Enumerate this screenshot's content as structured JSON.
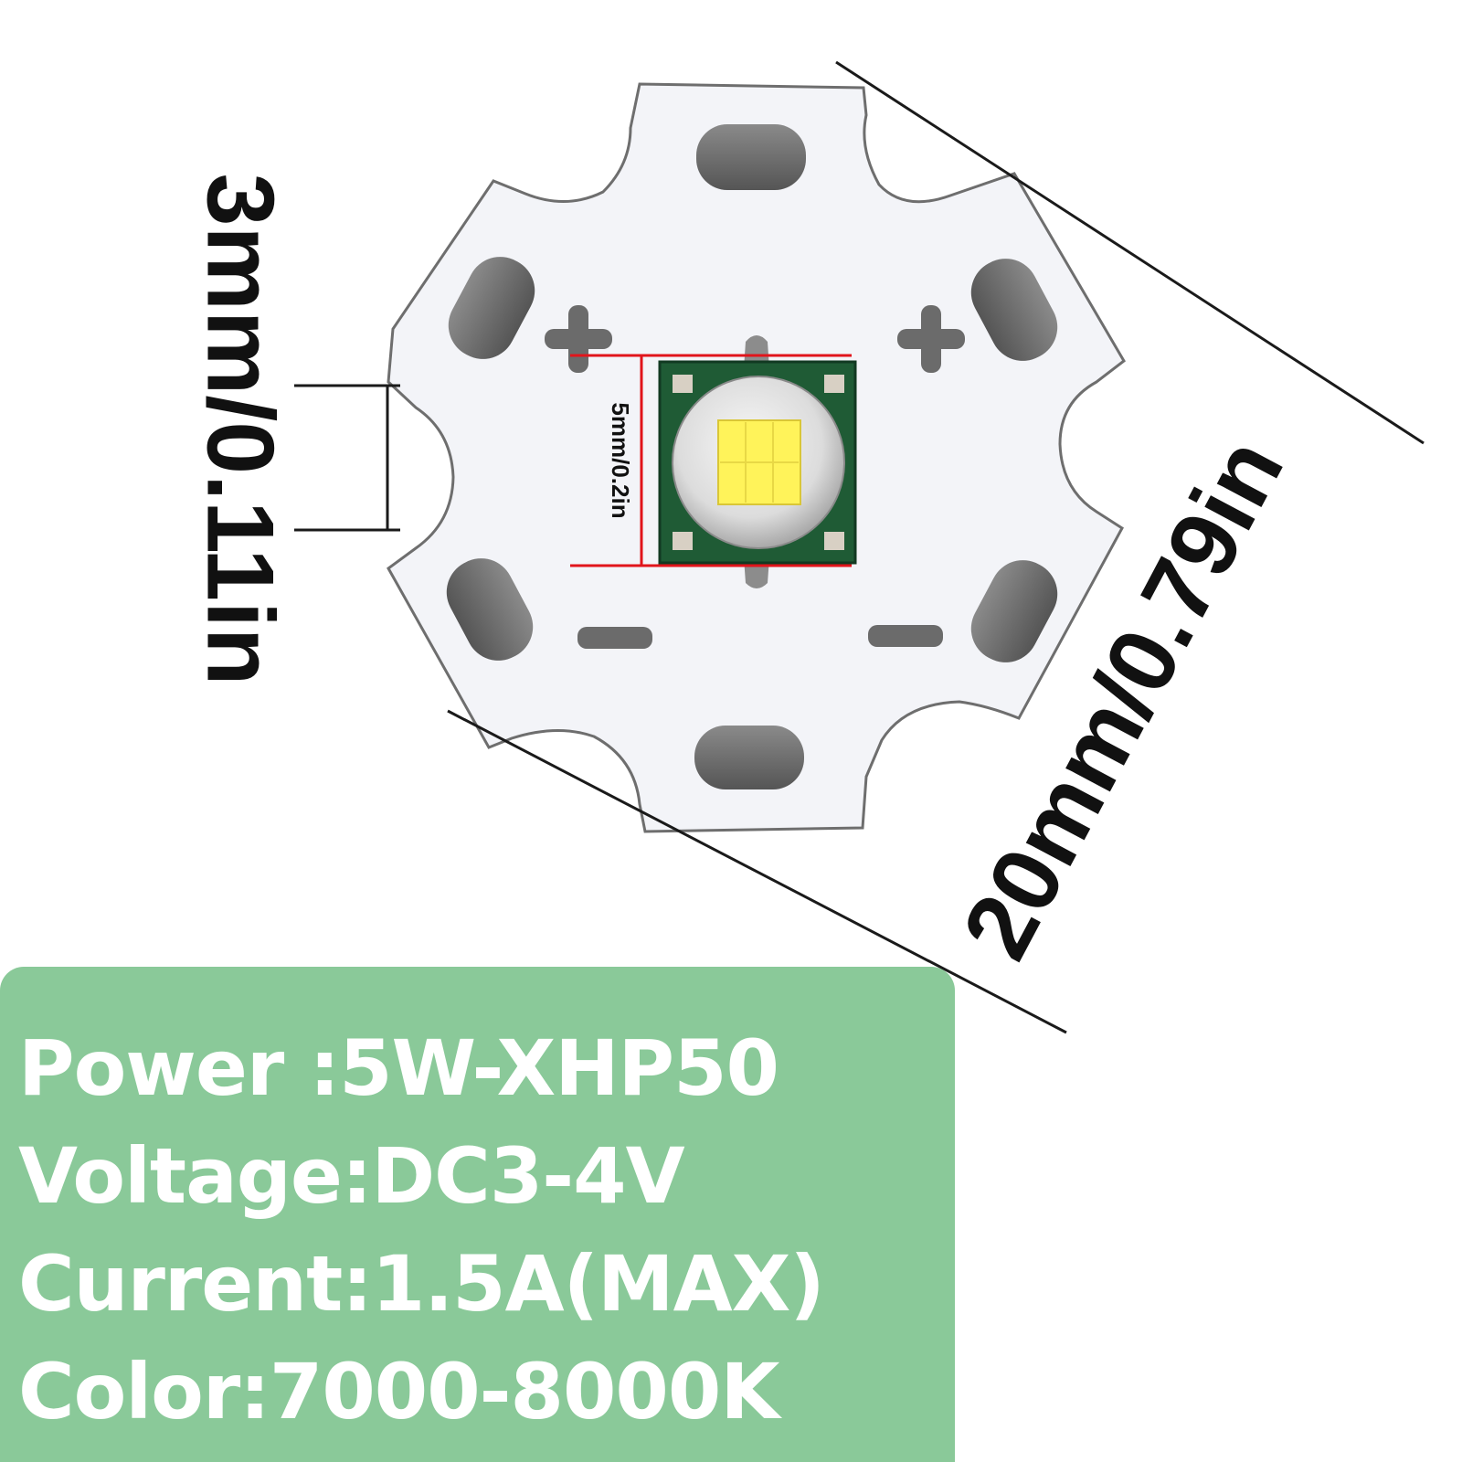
{
  "dimensions": {
    "hole_spacing": "3mm/0.11in",
    "led_size": "5mm/0.2in",
    "board_diameter": "20mm/0.79in"
  },
  "polarity": {
    "positive": "+",
    "negative": "−"
  },
  "specs": [
    {
      "label": "Power :",
      "value": "5W-XHP50"
    },
    {
      "label": "Voltage:",
      "value": "DC3-4V"
    },
    {
      "label": "Current:",
      "value": "1.5A(MAX)"
    },
    {
      "label": "Color:",
      "value": "7000-8000K"
    }
  ],
  "colors": {
    "spec_background": "#8ac999",
    "spec_text": "#ffffff",
    "measure_red": "#e1141b",
    "led_pcb": "#1f5b35",
    "led_chip": "#fff35a",
    "pad": "#6d6d6d",
    "board": "#f3f4f8"
  }
}
